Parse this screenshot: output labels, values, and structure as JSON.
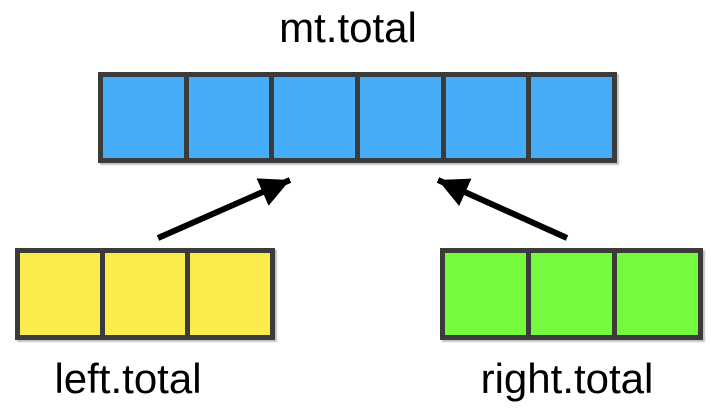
{
  "diagram": {
    "title": "merge arrays diagram",
    "background_color": "#ffffff",
    "border_color": "#3b3b3b",
    "arrow_color": "#000000",
    "text_color": "#000000",
    "arrays": [
      {
        "id": "mt",
        "label": "mt.total",
        "label_position": "above",
        "cells": 6,
        "fill": "#45acf8"
      },
      {
        "id": "left",
        "label": "left.total",
        "label_position": "below",
        "cells": 3,
        "fill": "#fbeb4b"
      },
      {
        "id": "right",
        "label": "right.total",
        "label_position": "below",
        "cells": 3,
        "fill": "#75fa3d"
      }
    ],
    "arrows": [
      {
        "from": "left.total",
        "to": "mt.total"
      },
      {
        "from": "right.total",
        "to": "mt.total"
      }
    ]
  }
}
